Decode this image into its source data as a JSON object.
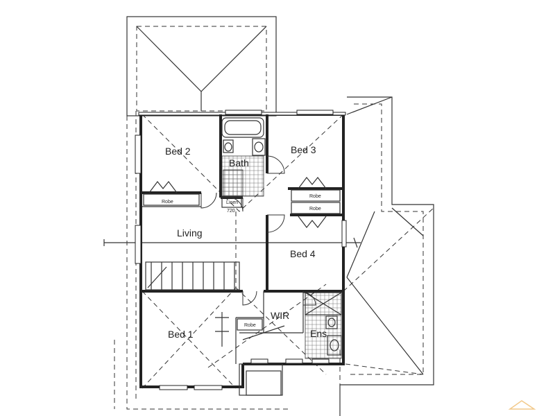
{
  "rooms": {
    "bed2": "Bed 2",
    "bed3": "Bed 3",
    "bath": "Bath",
    "living": "Living",
    "bed4": "Bed 4",
    "wir": "WIR",
    "bed1": "Bed 1",
    "ens": "Ens"
  },
  "fixtures": {
    "robe_bed2": "Robe",
    "robe_bed3_a": "Robe",
    "robe_bed3_b": "Robe",
    "robe_bed1": "Robe",
    "linen": "Linen",
    "linen_size": "720"
  },
  "watermark_color": "#f2c98a"
}
